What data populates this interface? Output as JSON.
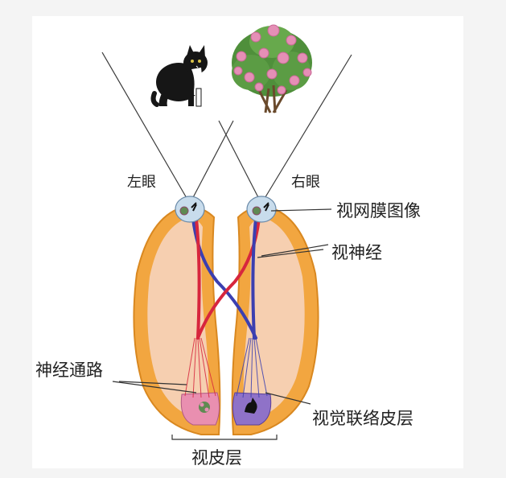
{
  "labels": {
    "left_eye": "左眼",
    "right_eye": "右眼",
    "retina_image": "视网膜图像",
    "optic_nerve": "视神经",
    "neural_pathway": "神经通路",
    "visual_association_cortex": "视觉联络皮层",
    "visual_cortex": "视皮层"
  },
  "colors": {
    "cortex_outer": "#f2a640",
    "cortex_inner": "#f6cfb0",
    "nerve_red": "#d7263d",
    "nerve_blue": "#3b3fb0",
    "eye_fill": "#c8dcec",
    "cortex_pink": "#e98fb0",
    "cortex_purple": "#8f72c8"
  },
  "icons": {
    "cat": "cat-icon",
    "flower_bush": "flower-bush-icon"
  }
}
